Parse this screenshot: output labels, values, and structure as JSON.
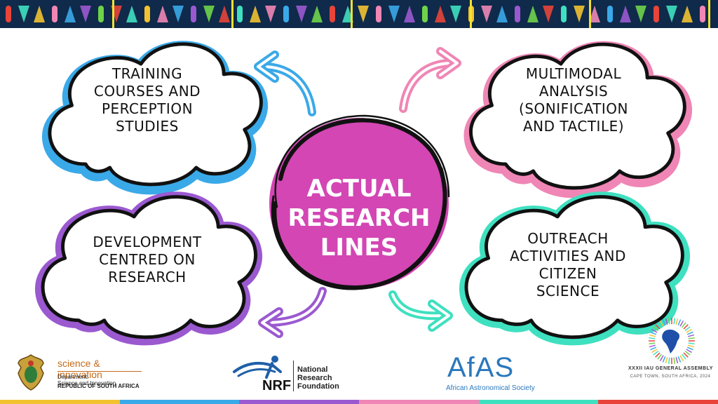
{
  "diagram": {
    "center": {
      "lines": [
        "ACTUAL",
        "RESEARCH",
        "LINES"
      ]
    },
    "clouds": [
      {
        "id": "top-left",
        "lines": [
          "TRAINING",
          "COURSES AND",
          "PERCEPTION",
          "STUDIES"
        ]
      },
      {
        "id": "top-right",
        "lines": [
          "MULTIMODAL",
          "ANALYSIS",
          "(SONIFICATION",
          "AND TACTILE)"
        ]
      },
      {
        "id": "bottom-left",
        "lines": [
          "DEVELOPMENT",
          "CENTRED ON",
          "RESEARCH"
        ]
      },
      {
        "id": "bottom-right",
        "lines": [
          "OUTREACH",
          "ACTIVITIES AND",
          "CITIZEN",
          "SCIENCE"
        ]
      }
    ]
  },
  "colors": {
    "blue": "#3aa9e8",
    "pink": "#ef86b5",
    "purple": "#9b59d0",
    "teal": "#3fe0c0",
    "magenta": "#d346b4",
    "banner": "#0f2a4a"
  },
  "footer": {
    "sa": {
      "title": "science & innovation",
      "dept_line1": "Department:",
      "dept_line2": "Science and Innovation",
      "country": "REPUBLIC OF SOUTH AFRICA"
    },
    "nrf": {
      "acronym": "NRF",
      "line1": "National",
      "line2": "Research",
      "line3": "Foundation"
    },
    "afas": {
      "acronym": "AfAS",
      "name": "African Astronomical Society"
    },
    "iau": {
      "title": "XXXII IAU GENERAL ASSEMBLY",
      "subtitle": "CAPE TOWN, SOUTH AFRICA, 2024"
    }
  }
}
